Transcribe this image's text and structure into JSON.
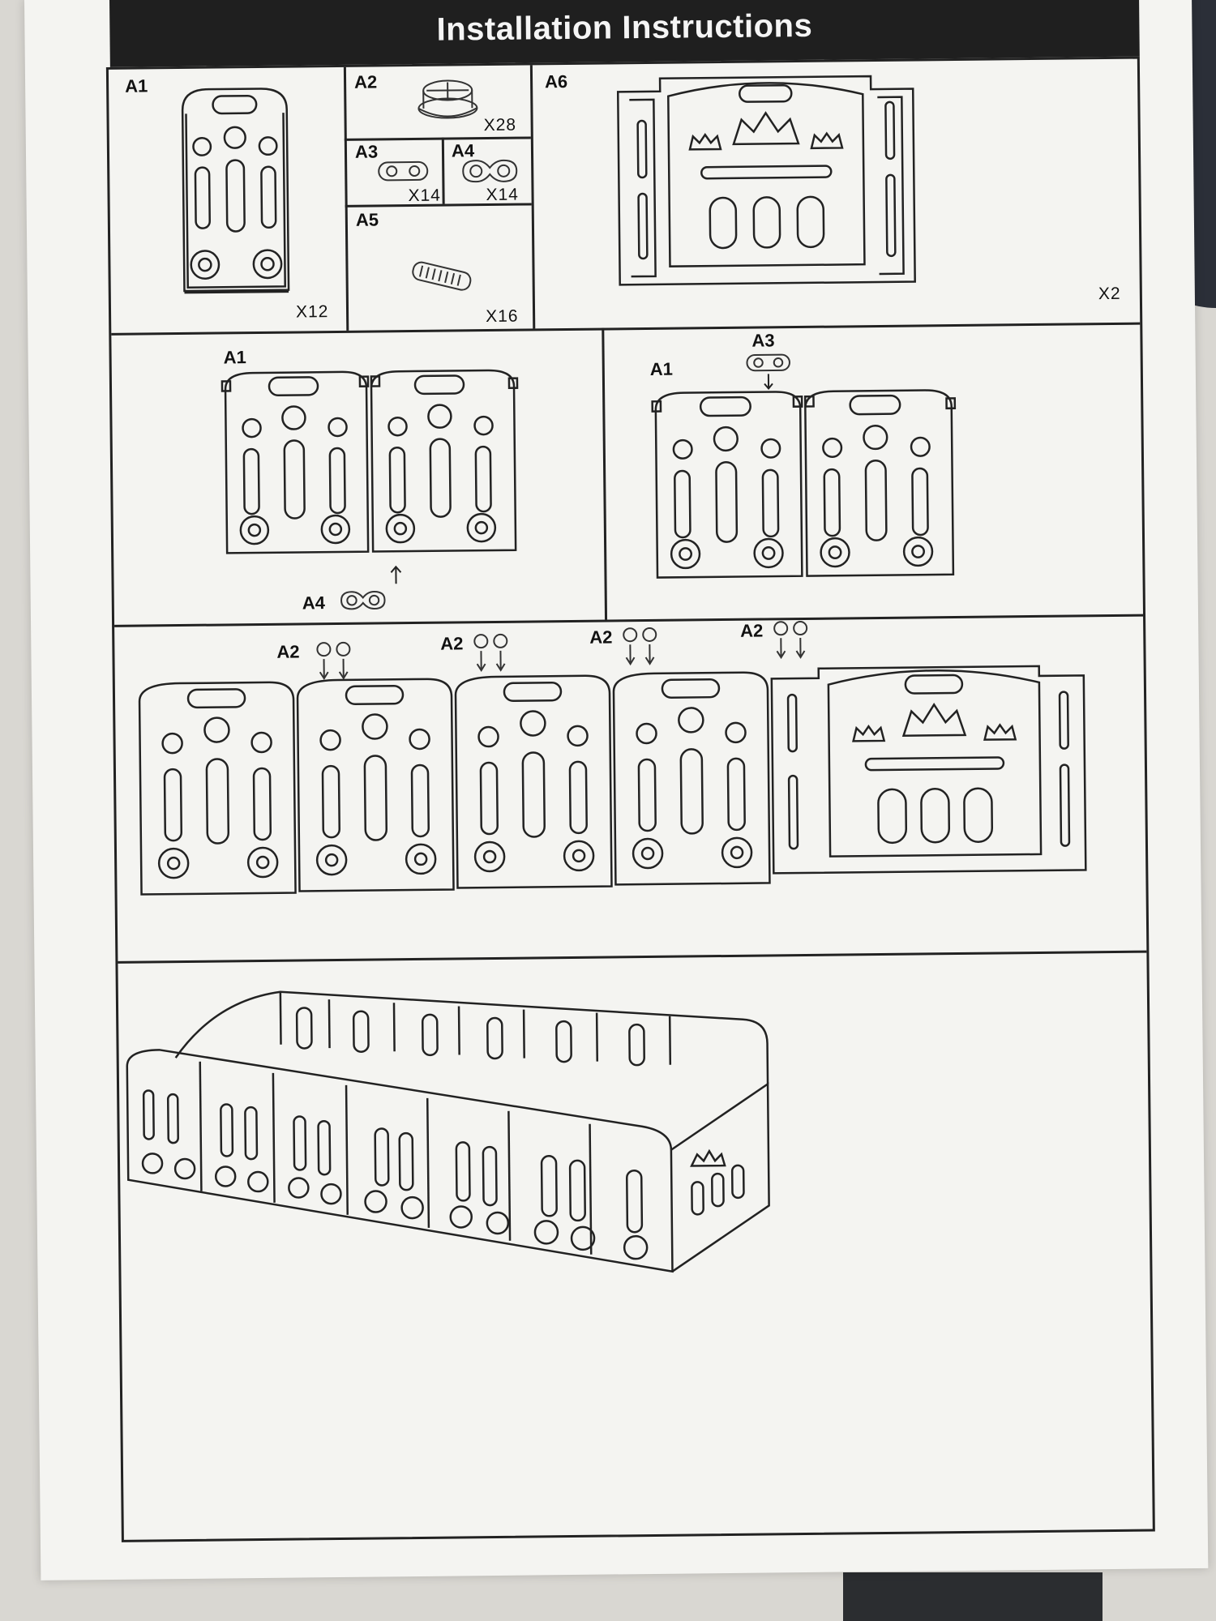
{
  "title": "Installation Instructions",
  "parts": {
    "a1": {
      "label": "A1",
      "qty": "X12"
    },
    "a2": {
      "label": "A2",
      "qty": "X28"
    },
    "a3": {
      "label": "A3",
      "qty": "X14"
    },
    "a4": {
      "label": "A4",
      "qty": "X14"
    },
    "a5": {
      "label": "A5",
      "qty": "X16"
    },
    "a6": {
      "label": "A6",
      "qty": "X2"
    }
  },
  "step1": {
    "panel_label": "A1",
    "connector_label": "A4"
  },
  "step2": {
    "panel_label": "A1",
    "connector_label": "A3"
  },
  "step3": {
    "connector_labels": [
      "A2",
      "A2",
      "A2",
      "A2"
    ]
  }
}
